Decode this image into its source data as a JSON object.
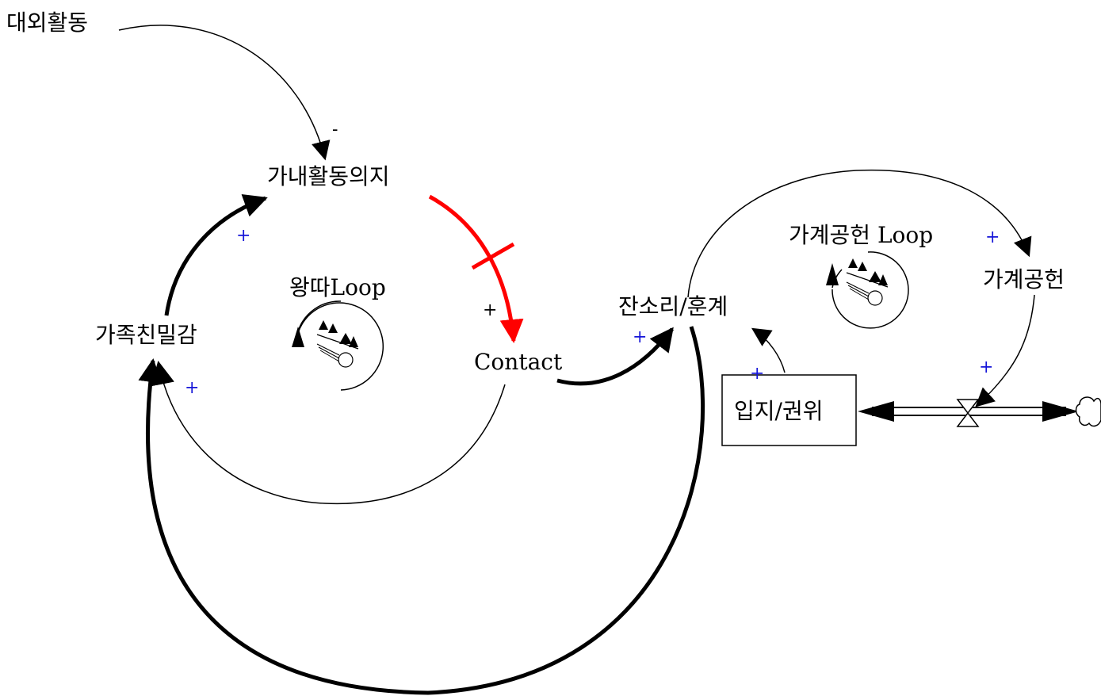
{
  "variables": {
    "external_activity": "대외활동",
    "home_activity_will": "가내활동의지",
    "family_closeness": "가족친밀감",
    "contact": "Contact",
    "nagging": "잔소리/훈계",
    "household_contribution": "가계공헌",
    "status_authority": "입지/권위"
  },
  "loops": {
    "wangtta": "왕따Loop",
    "household": "가계공헌 Loop"
  },
  "polarities": {
    "external_to_home": "-",
    "home_to_contact": "+",
    "contact_to_nagging": "+",
    "closeness_to_home": "+",
    "contact_to_closeness": "+",
    "status_to_nagging": "+",
    "nagging_to_contribution": "+",
    "contribution_to_valve": "+"
  },
  "colors": {
    "link": "#000000",
    "delayed_link": "#ff0000",
    "polarity_plus": "#1515d8"
  },
  "icons": {
    "loop_icon": "reinforcing-loop-snowball-icon",
    "valve": "flow-valve-icon",
    "sink": "cloud-sink-icon"
  }
}
